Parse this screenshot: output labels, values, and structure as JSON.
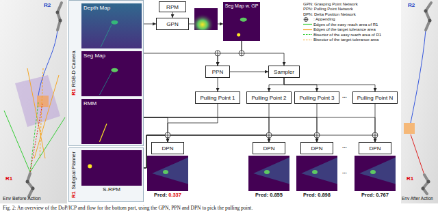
{
  "diagram": {
    "caption": "Fig. 2: An overview of the DoP/ICP and flow for the bottom part, using the GPN, PPN and DPN to pick the pulling point.",
    "nodes": [
      {
        "text": [
          "R1",
          "RGB-D Camera"
        ]
      },
      {
        "text": [
          "Depth Map"
        ],
        "in": 0
      },
      {
        "text": [
          "Seg Map"
        ],
        "in": 0
      },
      {
        "text": [
          "RMM"
        ],
        "in": 0
      },
      {
        "text": [
          "R1",
          "Subgoal Planner"
        ]
      },
      {
        "text": [
          "S-RPM"
        ],
        "in": 4
      },
      {
        "text": [
          "RPM"
        ]
      },
      {
        "text": [
          "GPN"
        ]
      },
      {
        "text": [
          "Seg Map w. GP"
        ]
      },
      {
        "text": [
          "PPN"
        ]
      },
      {
        "text": [
          "Sampler"
        ]
      },
      {
        "text": [
          "Pulling Point 1"
        ]
      },
      {
        "text": [
          "Pulling Point 2"
        ]
      },
      {
        "text": [
          "Pulling Point 3"
        ]
      },
      {
        "text": [
          "Pulling Point N"
        ]
      },
      {
        "text": [
          "DPN"
        ]
      },
      {
        "text": [
          "DPN"
        ]
      },
      {
        "text": [
          "DPN"
        ]
      },
      {
        "text": [
          "DPN"
        ]
      },
      {
        "text": [
          "Pred:",
          "0.337"
        ]
      },
      {
        "text": [
          "Pred:",
          "0.855"
        ]
      },
      {
        "text": [
          "Pred:",
          "0.898"
        ]
      },
      {
        "text": [
          "Pred:",
          "0.767"
        ]
      }
    ],
    "edges": [
      {
        "from": 6,
        "to": 7,
        "arrow": "to"
      },
      {
        "from": 1,
        "to": 7,
        "arrow": "to"
      },
      {
        "from": 7,
        "to": 8,
        "arrow": "to"
      },
      {
        "from": 2,
        "to": 9,
        "arrow": "to"
      },
      {
        "from": 8,
        "to": 9,
        "arrow": "to"
      },
      {
        "from": 8,
        "to": 10,
        "arrow": "to"
      },
      {
        "from": 9,
        "to": 10,
        "arrow": "to"
      },
      {
        "from": 9,
        "to": 11,
        "arrow": "to"
      },
      {
        "from": 10,
        "to": 12,
        "arrow": "to"
      },
      {
        "from": 10,
        "to": 13,
        "arrow": "to"
      },
      {
        "from": 10,
        "to": 14,
        "arrow": "to"
      },
      {
        "from": 11,
        "to": 15,
        "arrow": "to"
      },
      {
        "from": 12,
        "to": 16,
        "arrow": "to"
      },
      {
        "from": 13,
        "to": 17,
        "arrow": "to"
      },
      {
        "from": 14,
        "to": 18,
        "arrow": "to"
      },
      {
        "from": 3,
        "to": 15,
        "arrow": "to"
      },
      {
        "from": 3,
        "to": 16,
        "arrow": "to"
      },
      {
        "from": 3,
        "to": 17,
        "arrow": "to"
      },
      {
        "from": 3,
        "to": 18,
        "arrow": "to"
      },
      {
        "from": 5,
        "to": 15,
        "arrow": "to"
      },
      {
        "from": 5,
        "to": 16,
        "arrow": "to"
      },
      {
        "from": 5,
        "to": 17,
        "arrow": "to"
      },
      {
        "from": 5,
        "to": 18,
        "arrow": "to"
      }
    ],
    "labels": [
      "R2",
      "R1",
      "Env Before Action",
      "...",
      "...",
      "...",
      "R2",
      "R1",
      "Env After Action"
    ],
    "legend": [
      {
        "text": "GPN: Grasping Point Network"
      },
      {
        "text": "PPN: Pulling Point Network"
      },
      {
        "text": "DPN: Delta Position Network"
      },
      {
        "text": ": Appending"
      },
      {
        "text": "Edges of the easy reach area of R1"
      },
      {
        "text": "Edges of the target tolerance area"
      },
      {
        "text": "Bisector of the easy reach area of R1"
      },
      {
        "text": "Bisector of the target tolerance area"
      }
    ]
  }
}
